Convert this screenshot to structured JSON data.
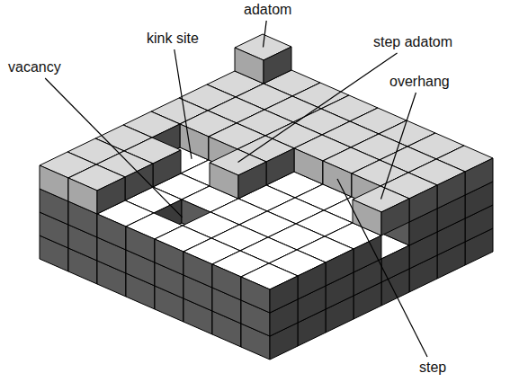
{
  "diagram": {
    "labels": [
      "adatom",
      "kink site",
      "step adatom",
      "vacancy",
      "overhang",
      "step"
    ]
  }
}
